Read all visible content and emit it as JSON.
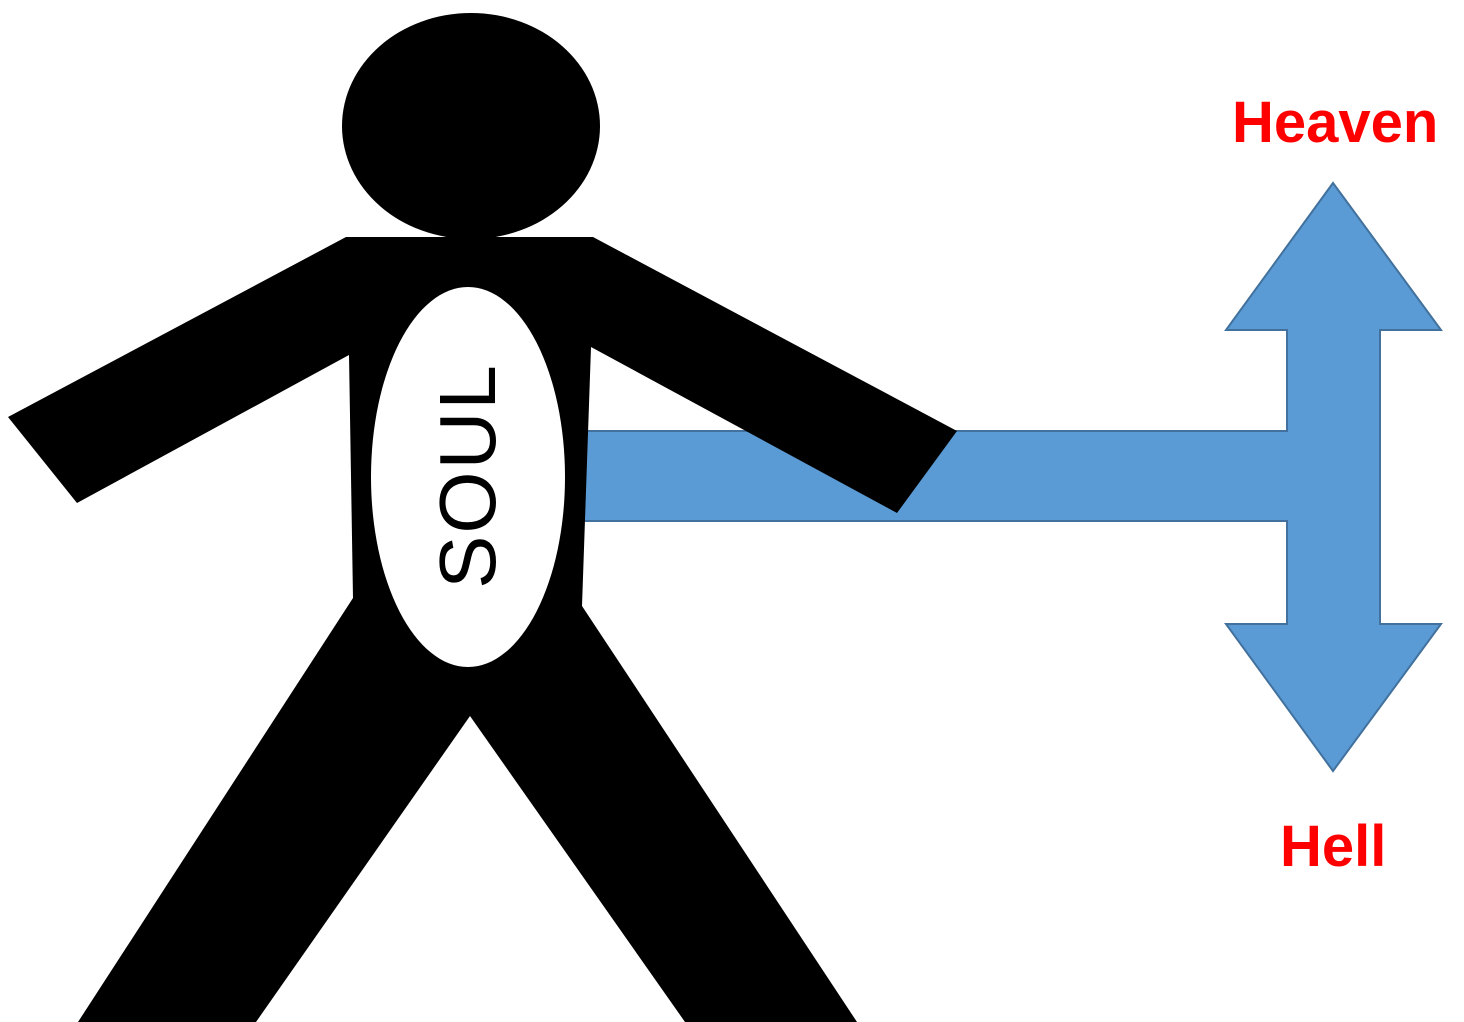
{
  "labels": {
    "soul": "SOUL",
    "heaven": "Heaven",
    "hell": "Hell"
  },
  "icons": {
    "figure": "stick-figure-icon",
    "arrow": "double-headed-arrow-icon"
  },
  "colors": {
    "background": "#ffffff",
    "figure": "#000000",
    "soul_fill": "#ffffff",
    "soul_text": "#000000",
    "arrow_fill": "#5b9bd5",
    "arrow_stroke": "#41719c",
    "destination_text": "#ff0000"
  }
}
